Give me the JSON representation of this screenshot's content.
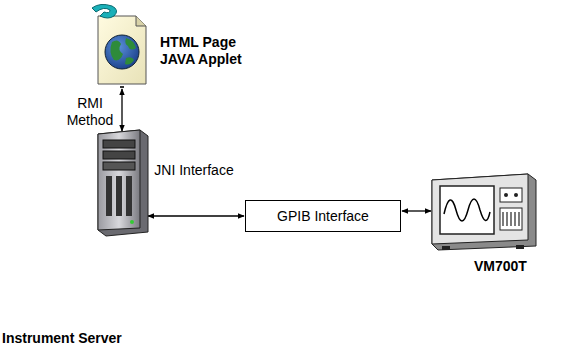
{
  "diagram": {
    "nodes": [
      {
        "text": [
          "HTML Page JAVA Applet"
        ]
      },
      {
        "text": [
          "Instrument Server"
        ]
      },
      {
        "text": [
          "GPIB Interface"
        ]
      },
      {
        "text": [
          "VM700T"
        ]
      }
    ],
    "edges": [
      {
        "from": 0,
        "to": 1,
        "arrow": "both",
        "label": "RMI Method"
      },
      {
        "from": 1,
        "to": 2,
        "arrow": "both",
        "label": "JNI Interface"
      },
      {
        "from": 2,
        "to": 3,
        "arrow": "both"
      }
    ]
  }
}
